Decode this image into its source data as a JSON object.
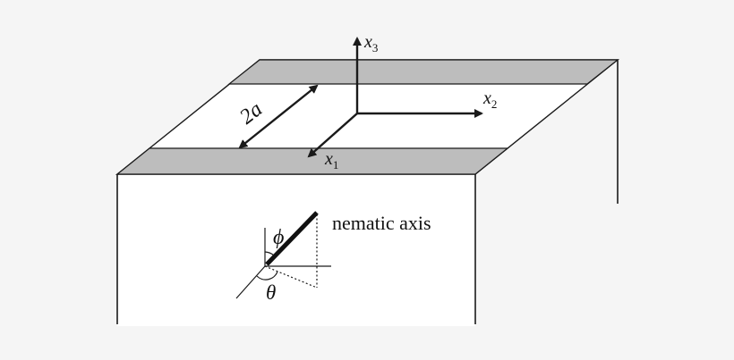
{
  "labels": {
    "x3_main": "x",
    "x3_sub": "3",
    "x2_main": "x",
    "x2_sub": "2",
    "x1_main": "x",
    "x1_sub": "1",
    "width_label": "2a",
    "phi": "ϕ",
    "theta": "θ",
    "nematic_axis": "nematic axis"
  },
  "colors": {
    "background": "#f5f5f5",
    "electrode_strip": "#bdbdbd",
    "line": "#1a1a1a"
  }
}
